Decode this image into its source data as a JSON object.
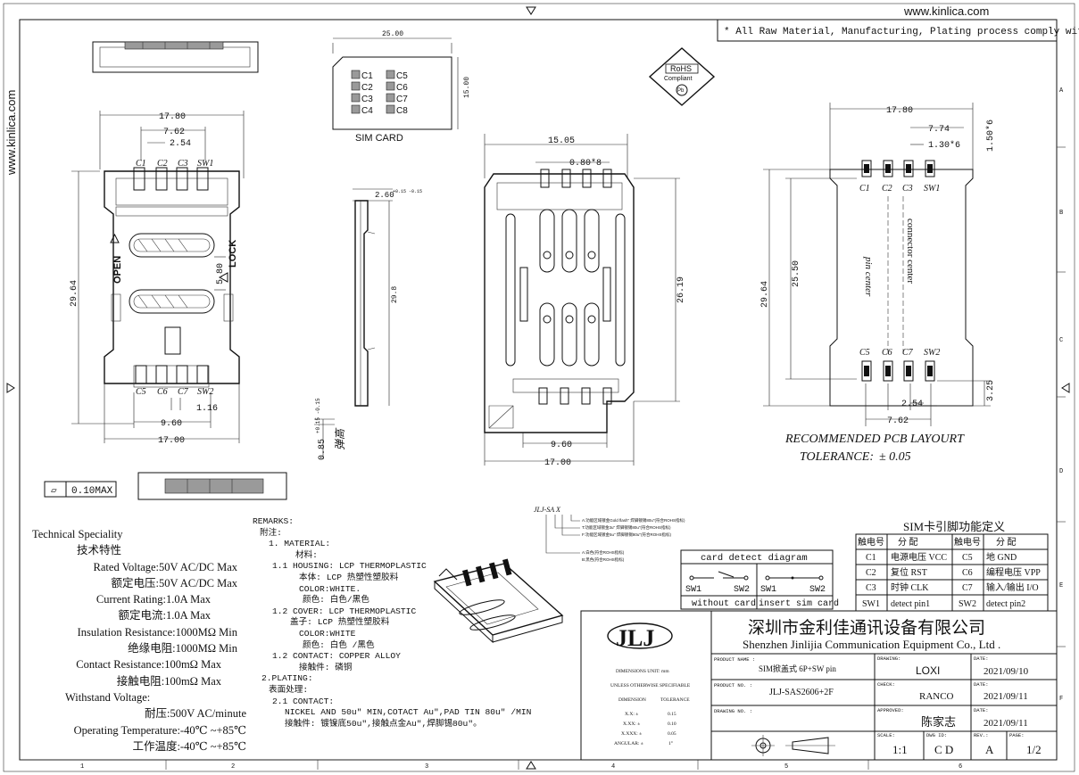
{
  "website": "www.kinlica.com",
  "side_website": "www.kinlica.com",
  "rohs_note": "* All Raw Material, Manufacturing, Plating process comply with ROHS",
  "rohs_badge": {
    "line1": "RoHS",
    "line2": "Compliant",
    "mark": "Pb"
  },
  "sim_card": {
    "label": "SIM CARD",
    "width": "25.00",
    "height": "15.00",
    "contacts": [
      "C1",
      "C5",
      "C2",
      "C6",
      "C3",
      "C7",
      "C4",
      "C8"
    ]
  },
  "top_view": {
    "dims": {
      "width": "17.80",
      "pitch_a": "7.62",
      "pitch_b": "2.54",
      "height": "29.64",
      "slot": "5.80",
      "foot": "1.16",
      "bottom_a": "9.60",
      "bottom_b": "17.00"
    },
    "pins_top": [
      "C1",
      "C2",
      "C3",
      "SW1"
    ],
    "pins_bottom": [
      "C5",
      "C6",
      "C7",
      "SW2"
    ],
    "open_label": "OPEN",
    "lock_label": "LOCK"
  },
  "side_view": {
    "dim_top": "2.60",
    "dim_top_tol": "+0.15\n-0.15",
    "dim_height": "29.8",
    "dim_bottom": "0.85",
    "dim_bottom_tol": "+0.15\n-0.15",
    "note": "弹高"
  },
  "front_view": {
    "dims": {
      "width": "15.05",
      "pin_pitch": "0.80*8",
      "height": "26.19",
      "bottom_a": "9.60",
      "bottom_b": "17.00"
    }
  },
  "flatness": {
    "symbol": "▱",
    "value": "0.10MAX"
  },
  "pcb_layout": {
    "dims": {
      "width": "17.80",
      "a": "7.74",
      "b": "1.30*6",
      "c": "1.50*6",
      "height": "29.64",
      "inner": "25.50",
      "pitch": "2.54",
      "pitch2": "7.62",
      "foot": "3.25"
    },
    "pins_top": [
      "C1",
      "C2",
      "C3",
      "SW1"
    ],
    "pins_bottom": [
      "C5",
      "C6",
      "C7",
      "SW2"
    ],
    "pin_center": "pin center",
    "connector_center": "connector center",
    "title": "RECOMMENDED PCB LAYOURT",
    "tolerance_label": "TOLERANCE:",
    "tolerance_value": "± 0.05"
  },
  "grid": {
    "cols": [
      "1",
      "2",
      "3",
      "4",
      "5",
      "6"
    ],
    "rows": [
      "A",
      "B",
      "C",
      "D",
      "E",
      "F"
    ]
  },
  "spec": {
    "title_en": "Technical Speciality",
    "title_cn": "技术特性",
    "lines": [
      "Rated Voltage:50V AC/DC Max",
      "额定电压:50V AC/DC Max",
      "Current Rating:1.0A Max",
      "额定电流:1.0A Max",
      "Insulation Resistance:1000MΩ  Min",
      "绝缘电阻:1000MΩ  Min",
      "Contact Resistance:100mΩ  Max",
      "接触电阻:100mΩ  Max",
      "Withstand Voltage:",
      "耐压:500V AC/minute",
      "Operating Temperature:-40℃ ~+85℃",
      "工作温度:-40℃ ~+85℃"
    ]
  },
  "remarks": {
    "lines": [
      "REMARKS:",
      " 附注:",
      "  1. MATERIAL:",
      "        材料:",
      "   1.1 HOUSING:  LCP THERMOPLASTIC",
      "         本体: LCP 热塑性塑胶料",
      "        COLOR:WHITE.",
      "         颜色: 白色/黑色",
      "   1.2 COVER: LCP THERMOPLASTIC",
      "       盖子: LCP 热塑性塑胶料",
      "        COLOR:WHITE",
      "         颜色: 白色 /黑色",
      "   1.2 CONTACT: COPPER ALLOY",
      "        接触件: 磷铜",
      "  2.PLATING:",
      "   表面处理:",
      "    2.1 CONTACT:",
      "         NICKEL  AND 50u\" MIN,COTACT Au\",PAD TIN 80u\" /MIN",
      "         接触件: 镀镍底50u\",接触点金Au\",焊脚锡80u\"。"
    ]
  },
  "part_code": {
    "label": "JLJ-SA X",
    "options": [
      "A:功能区域镀金Gold flash\" 焊脚镀锡80u\"(符合ROHS指标)",
      "T:功能区域镀金3u\" 焊脚镀锡80u\"(符合ROHS指标)",
      "F:功能区域镀金5u\" 焊脚镀锡80u\"(符合ROHS指标)"
    ],
    "colors": [
      "A:白色(符合ROHS指标)",
      "B:黑色(符合ROHS指标)"
    ]
  },
  "card_detect": {
    "title": "card detect diagram",
    "sw1": "SW1",
    "sw2": "SW2",
    "without": "without card",
    "insert": "insert sim card"
  },
  "pin_table": {
    "title": "SIM卡引脚功能定义",
    "headers": [
      "触电号",
      "分  配",
      "触电号",
      "分  配"
    ],
    "rows": [
      [
        "C1",
        "电源电压 VCC",
        "C5",
        "地 GND"
      ],
      [
        "C2",
        "复位 RST",
        "C6",
        "编程电压 VPP"
      ],
      [
        "C3",
        "时钟 CLK",
        "C7",
        "输入/输出 I/O"
      ],
      [
        "SW1",
        "detect pin1",
        "SW2",
        "detect pin2"
      ]
    ]
  },
  "title_block": {
    "company_cn": "深圳市金利佳通讯设备有限公司",
    "company_en": "Shenzhen Jinlijia Communication Equipment Co., Ltd .",
    "dim_unit": "DIMENSIONS UNIT:  mm",
    "unless": "UNLESS OTHERWISE SPECIFIABLE",
    "tol_header": [
      "DIMENSION",
      "TOLERANCE"
    ],
    "tol_rows": [
      [
        "X.X: ±",
        "0.15"
      ],
      [
        "X.XX: ±",
        "0.10"
      ],
      [
        "X.XXX: ±",
        "0.05"
      ],
      [
        "ANGULAR: ±",
        "1°"
      ]
    ],
    "product_name_label": "PRODUCT NAME :",
    "product_name": "SIM掀盖式 6P+SW pin",
    "product_no_label": "PRODUCT NO. :",
    "product_no": "JLJ-SAS2606+2F",
    "drawing_no_label": "DRAWING NO. :",
    "drawing_label": "DRAWING:",
    "drawing_by": "LOXI",
    "check_label": "CHECK:",
    "check_by": "RANCO",
    "approved_label": "APPROVED:",
    "approved_by": "陈家志",
    "date_label": "DATE:",
    "dates": [
      "2021/09/10",
      "2021/09/11",
      "2021/09/11"
    ],
    "scale_label": "SCALE:",
    "scale": "1:1",
    "dwg_label": "DWG ID:",
    "dwg": "C D",
    "rev_label": "REV.:",
    "rev": "A",
    "page_label": "PAGE:",
    "page": "1/2",
    "logo": "JLJ"
  }
}
